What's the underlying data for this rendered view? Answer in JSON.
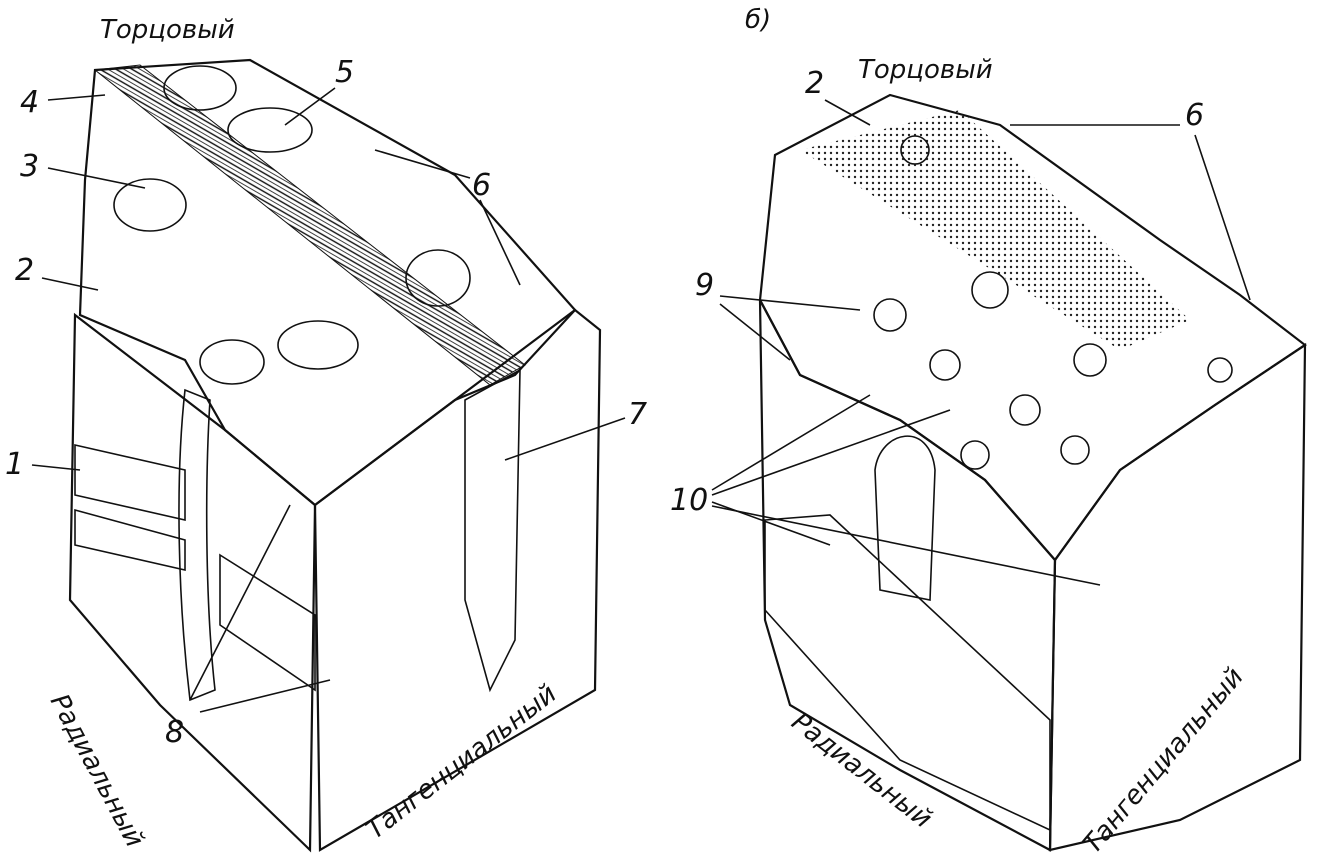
{
  "panel_b_label": "б)",
  "left_block": {
    "face_top": "Торцовый",
    "face_radial": "Радиальный",
    "face_tangential": "Тангенциальный",
    "callouts": [
      "4",
      "5",
      "3",
      "6",
      "2",
      "7",
      "1",
      "8"
    ]
  },
  "right_block": {
    "face_top": "Торцовый",
    "face_radial": "Радиальный",
    "face_tangential": "Тангенциальный",
    "callouts": [
      "2",
      "6",
      "9",
      "10"
    ]
  },
  "colors": {
    "ink": "#111111",
    "paper": "#ffffff"
  }
}
